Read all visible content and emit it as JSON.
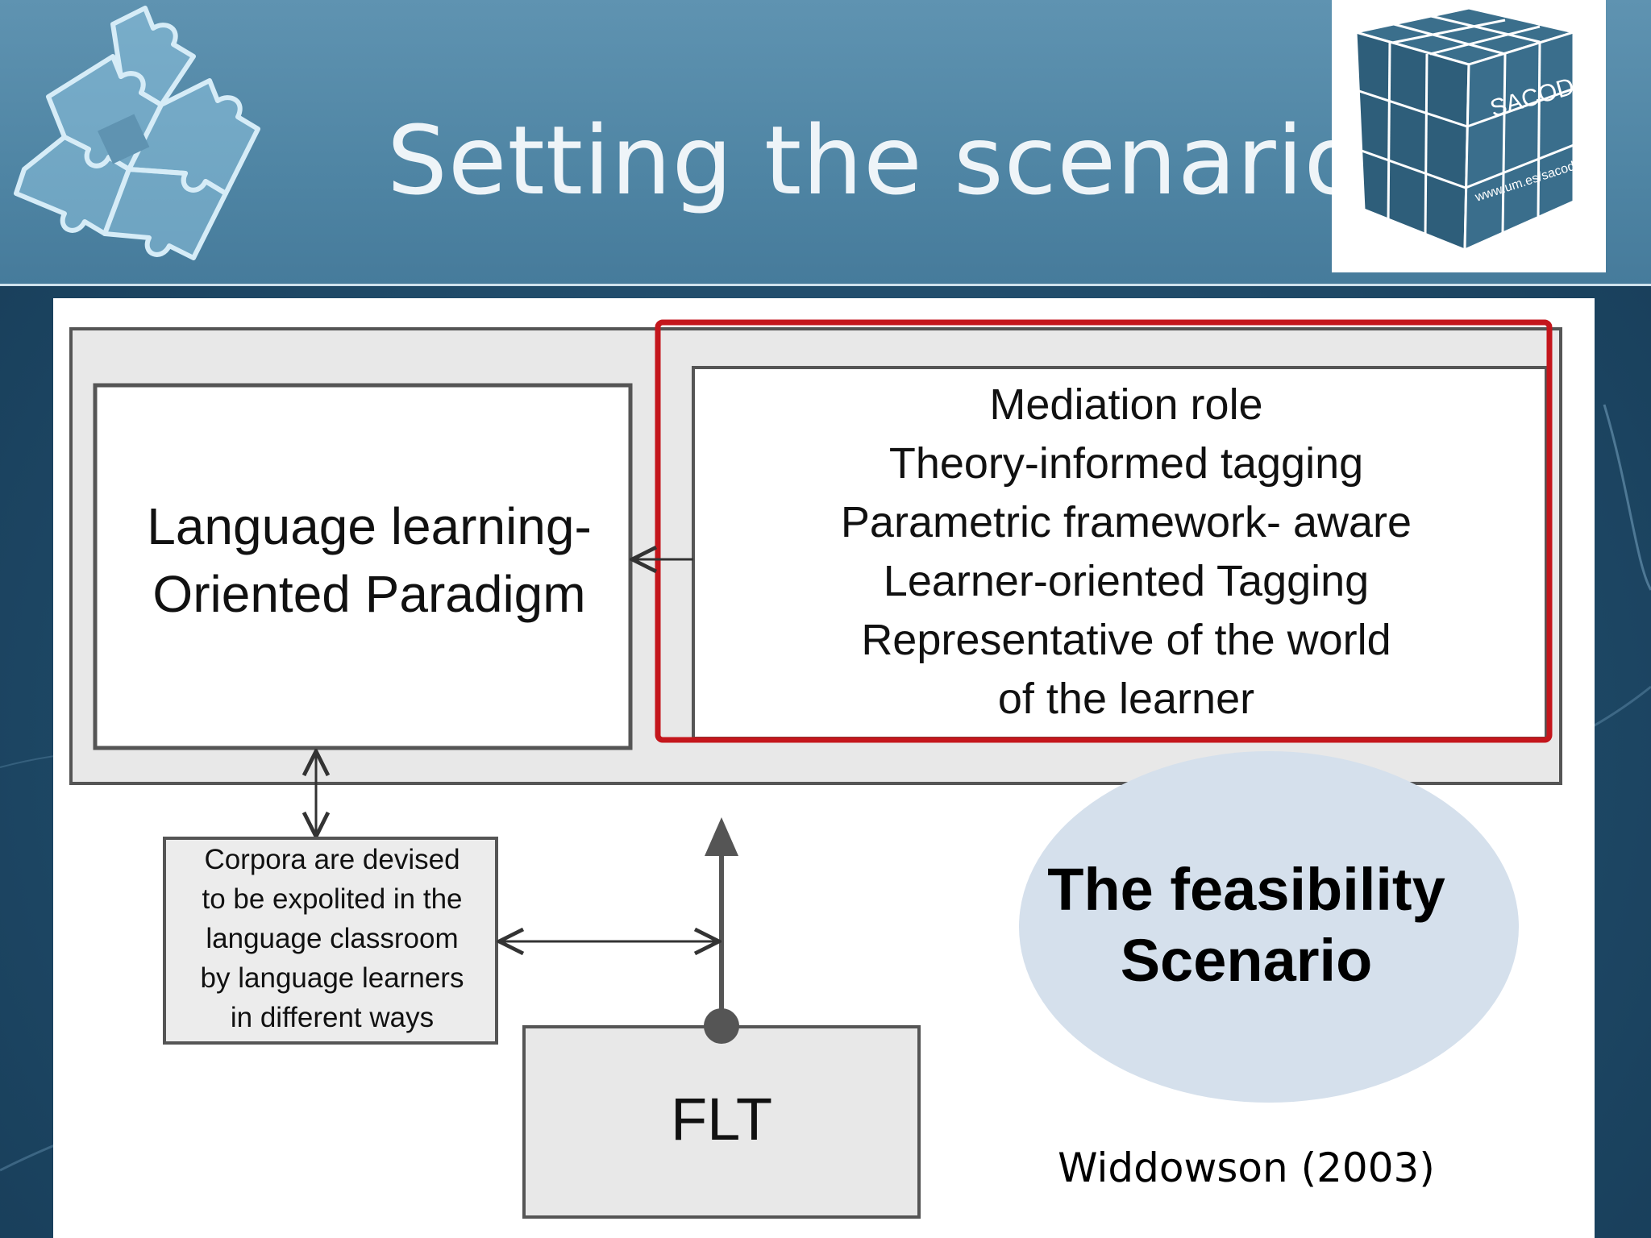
{
  "slide": {
    "title": "Setting the scenario"
  },
  "logo": {
    "brand_text": "SACODEYL",
    "url_text": "www.um.es/sacodeyl"
  },
  "diagram": {
    "paradigm_box": {
      "lines": [
        "Language learning-",
        "Oriented Paradigm"
      ]
    },
    "mediation_box": {
      "lines": [
        "Mediation role",
        "Theory-informed tagging",
        "Parametric framework- aware",
        "Learner-oriented Tagging",
        "Representative of the world",
        "of the learner"
      ]
    },
    "corpora_box": {
      "lines": [
        "Corpora are devised",
        "to be expolited in the",
        "language classroom",
        "by language learners",
        "in different ways"
      ]
    },
    "flt_box": {
      "label": "FLT"
    },
    "feasibility": {
      "lines": [
        "The feasibility",
        "Scenario"
      ]
    },
    "citation": "Widdowson (2003)"
  },
  "colors": {
    "header": "#5a8fae",
    "background": "#1f4a68",
    "highlight": "#c4161c",
    "ellipse": "#d5e0ec",
    "title_text": "#eef4f8"
  }
}
